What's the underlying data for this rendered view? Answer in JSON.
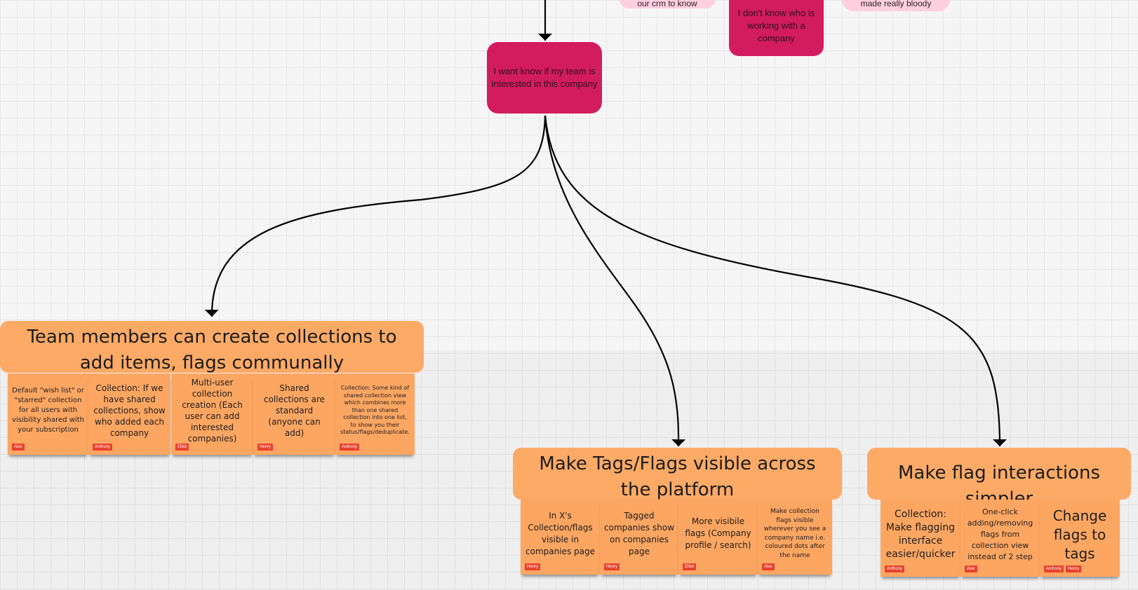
{
  "colors": {
    "problem_card": "#d21c5e",
    "pink_note": "#ffcfe0",
    "solution_header": "#fcaa66",
    "sticky_note": "#fda662",
    "author_tag": "#e8412c",
    "connector": "#000000"
  },
  "top_notes": [
    {
      "text": "our crm to know"
    },
    {
      "text": "I don't know who is working with a company"
    },
    {
      "text": "made really bloody"
    }
  ],
  "problem": {
    "text": "I want know if my team is interested in this company"
  },
  "groups": [
    {
      "title": "Team members can create collections to add items, flags communally",
      "notes": [
        {
          "text": "Default \"wish list\" or \"starred\" collection for all users with visibility shared with your subscription",
          "authors": [
            "Alex"
          ]
        },
        {
          "text": "Collection: If we have shared collections, show who added each company",
          "authors": [
            "Anthony"
          ]
        },
        {
          "text": "Multi-user collection creation (Each user can add interested companies)",
          "authors": [
            "Elliot"
          ]
        },
        {
          "text": "Shared collections are standard (anyone can add)",
          "authors": [
            "Henry"
          ]
        },
        {
          "text": "Collection: Some kind of shared collection view which combines more than one shared collection into one list, to show you their status/flags/deduplicate.",
          "authors": [
            "Anthony"
          ]
        }
      ]
    },
    {
      "title": "Make Tags/Flags visible across the platform",
      "notes": [
        {
          "text": "In X's Collection/flags visible in companies page",
          "authors": [
            "Henry"
          ]
        },
        {
          "text": "Tagged companies show on companies page",
          "authors": [
            "Henry"
          ]
        },
        {
          "text": "More visibile flags (Company profile / search)",
          "authors": [
            "Elliot"
          ]
        },
        {
          "text": "Make collection flags visible wherever you see a company name i.e. coloured dots after the name",
          "authors": [
            "Alex"
          ]
        }
      ]
    },
    {
      "title": "Make flag interactions simpler",
      "notes": [
        {
          "text": "Collection: Make flagging interface easier/quicker",
          "authors": [
            "Anthony"
          ]
        },
        {
          "text": "One-click adding/removing flags from collection view instead of 2 step",
          "authors": [
            "Alex"
          ]
        },
        {
          "text": "Change flags to tags",
          "authors": [
            "Anthony",
            "Henry"
          ]
        }
      ]
    }
  ]
}
